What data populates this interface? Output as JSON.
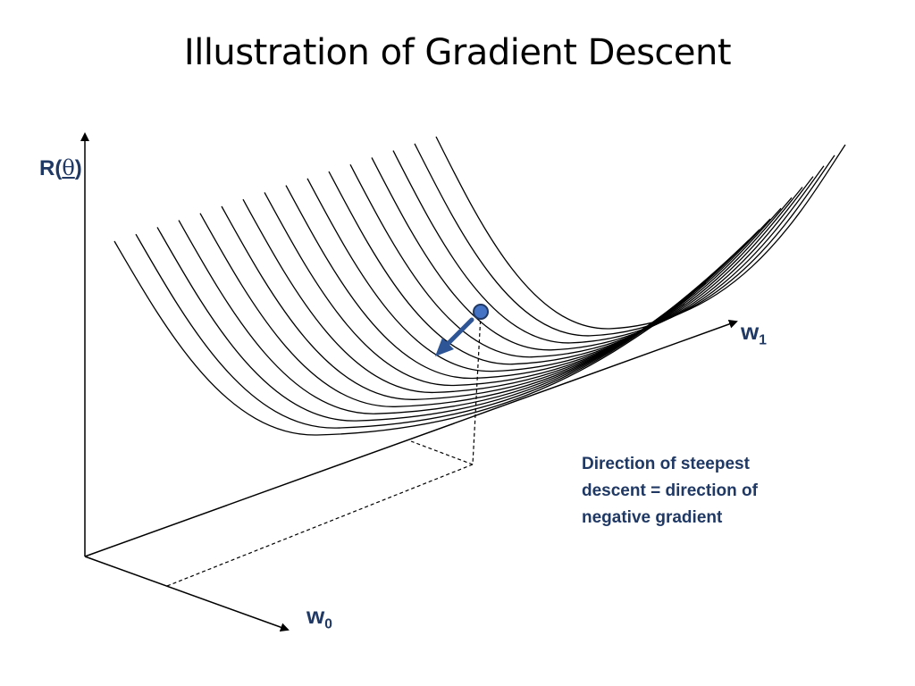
{
  "slide": {
    "title": "Illustration of Gradient Descent"
  },
  "axes": {
    "vertical_label_prefix": "R(",
    "vertical_label_symbol": "θ",
    "vertical_label_suffix": ")",
    "w1_base": "w",
    "w1_sub": "1",
    "w0_base": "w",
    "w0_sub": "0"
  },
  "annotation": {
    "lines": [
      "Direction of steepest",
      "descent = direction of",
      "negative gradient"
    ]
  },
  "surface": {
    "curve_count": 16
  },
  "colors": {
    "text_accent": "#1f3864",
    "point_fill": "#4472c4",
    "point_stroke": "#1f3864",
    "arrow": "#2e5596",
    "curve": "#000000"
  }
}
